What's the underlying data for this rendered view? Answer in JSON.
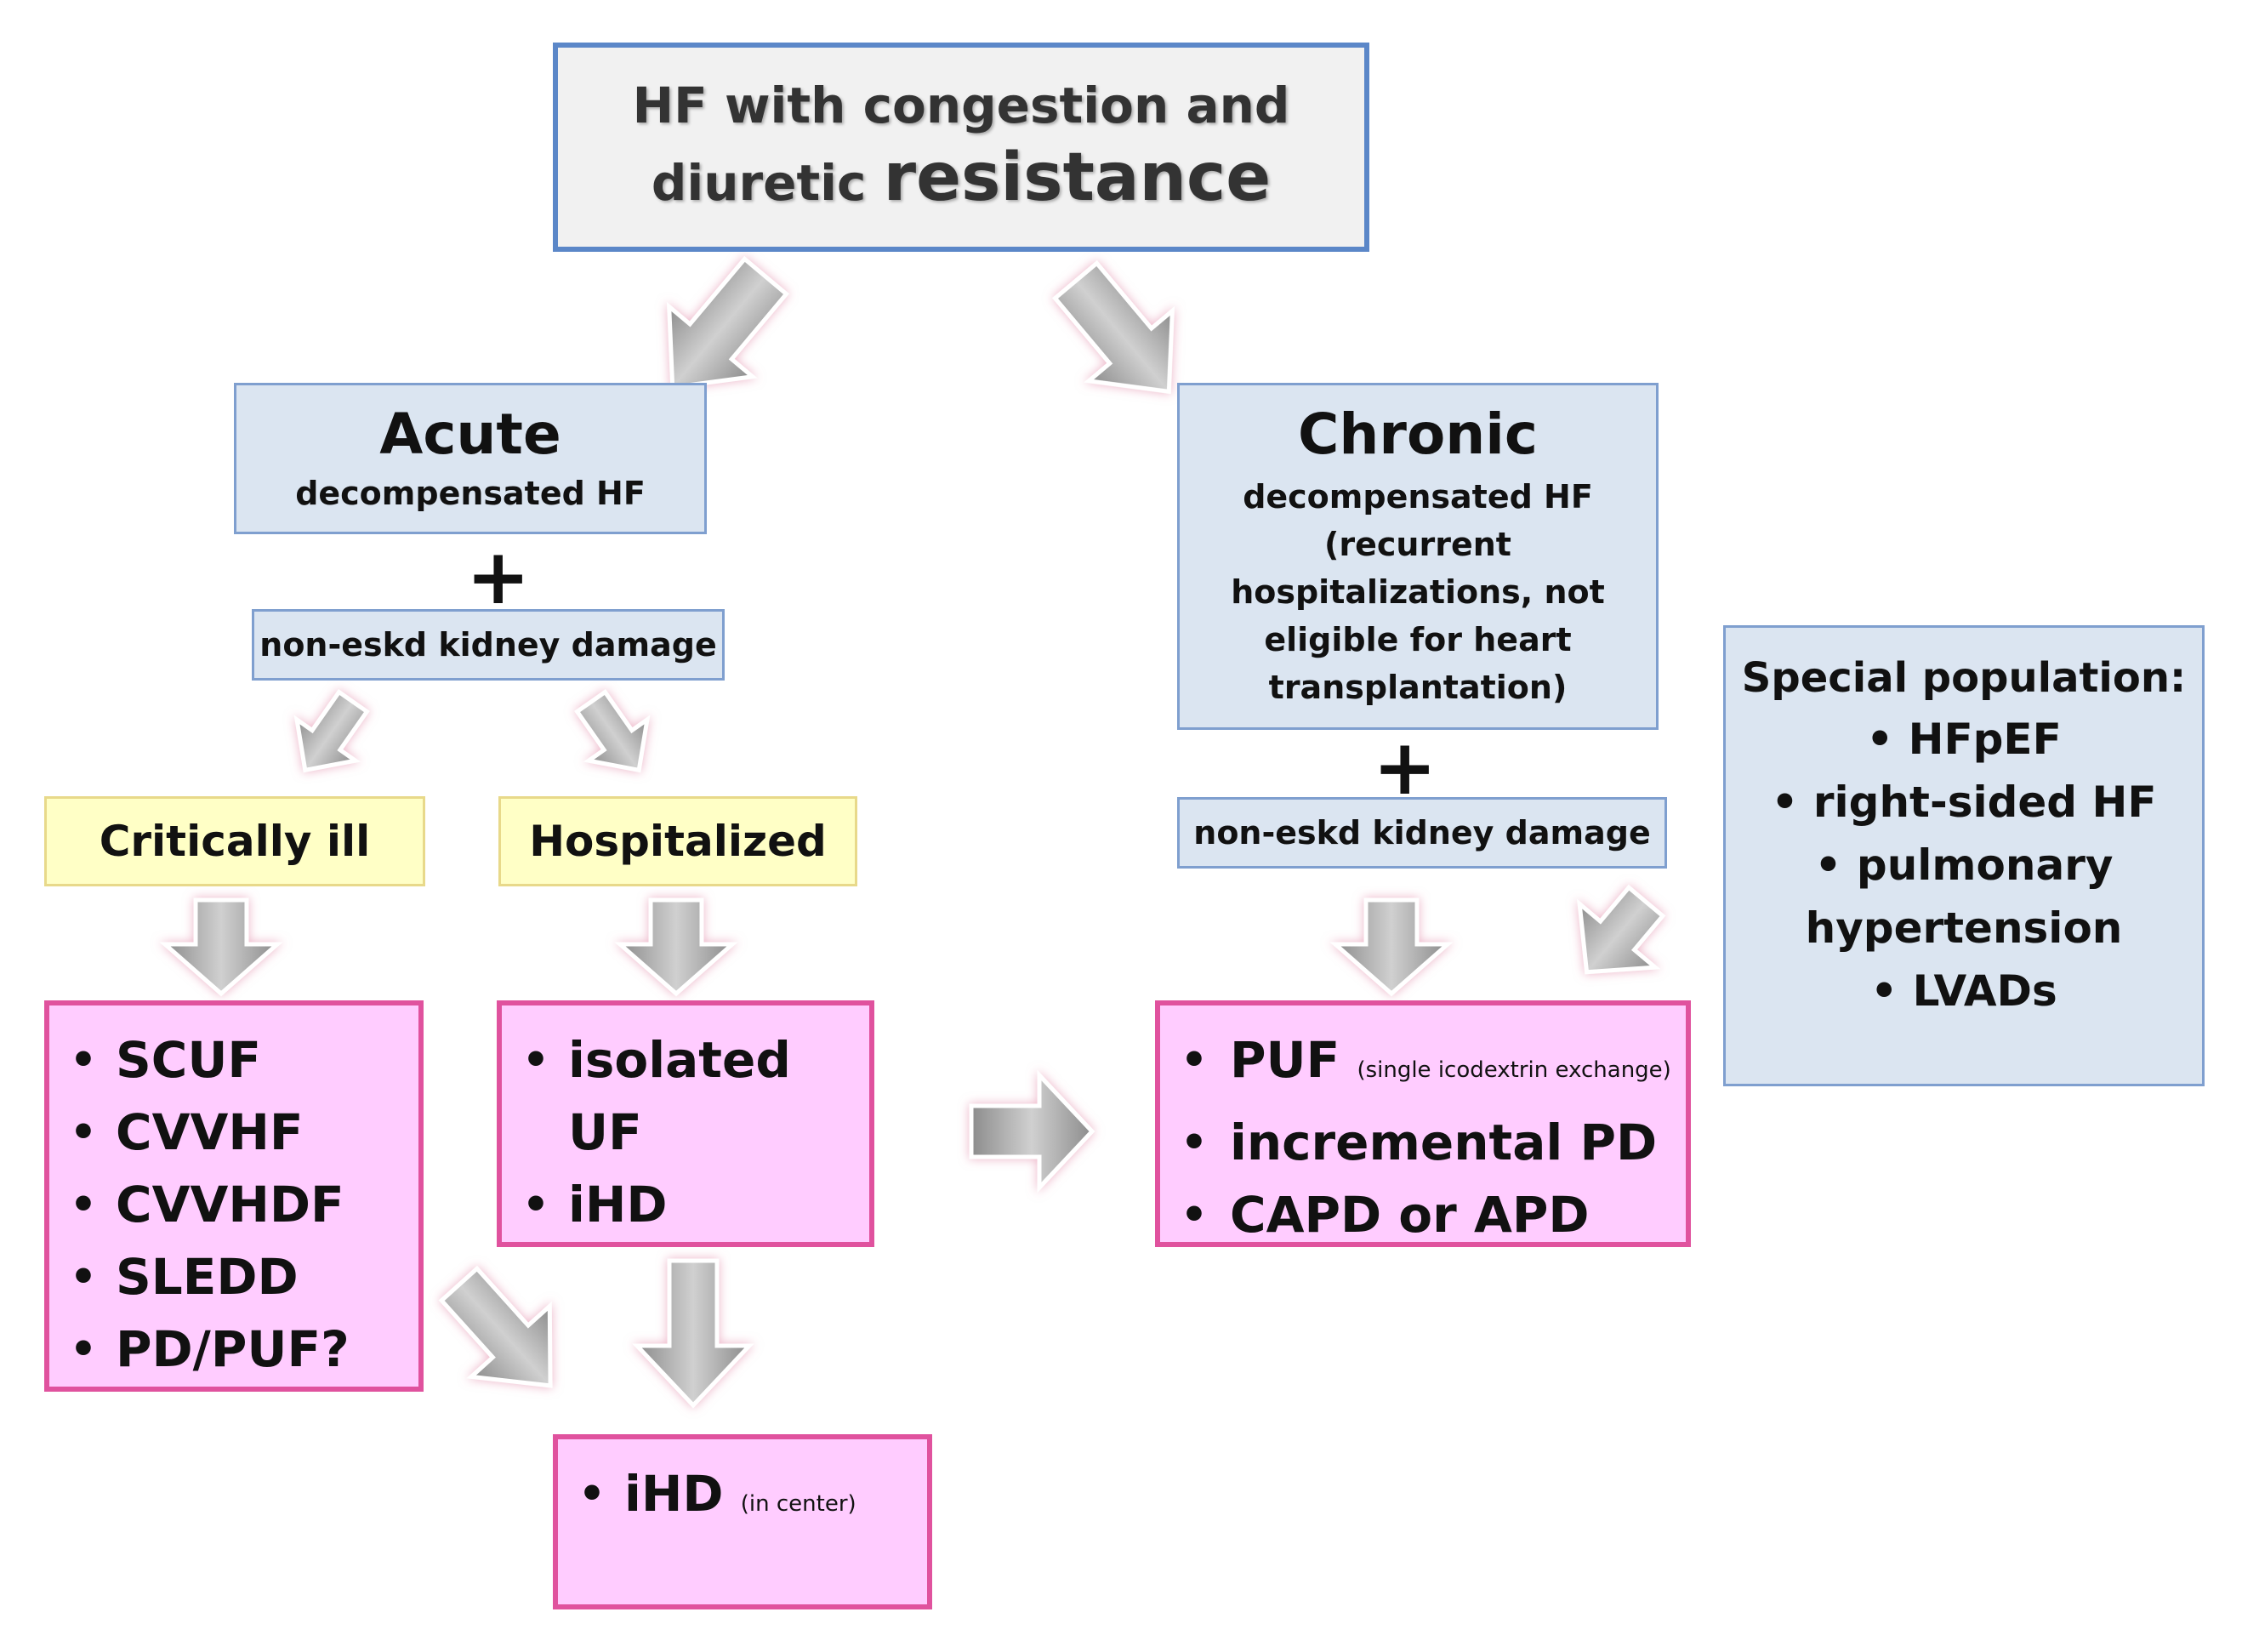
{
  "root": {
    "line1": "HF with congestion and",
    "line2_a": "diuretic",
    "line2_b": "resistance"
  },
  "acute": {
    "title": "Acute",
    "subtitle": "decompensated HF"
  },
  "chronic": {
    "title": "Chronic",
    "subtitle_lines": [
      "decompensated HF",
      "(recurrent",
      "hospitalizations, not",
      "eligible for heart",
      "transplantation)"
    ]
  },
  "plus": "+",
  "kidney_damage": "non-eskd kidney damage",
  "critically_ill": "Critically ill",
  "hospitalized": "Hospitalized",
  "critically_ill_options": [
    "SCUF",
    "CVVHF",
    "CVVHDF",
    "SLEDD",
    "PD/PUF?"
  ],
  "hospitalized_options": [
    "isolated UF",
    "iHD"
  ],
  "chronic_options": [
    {
      "main": "PUF",
      "note": "(single icodextrin exchange)"
    },
    {
      "main": "incremental PD",
      "note": ""
    },
    {
      "main": "CAPD or APD",
      "note": ""
    }
  ],
  "ihd_center": {
    "main": "iHD",
    "note": "(in center)"
  },
  "special": {
    "title": "Special population:",
    "items": [
      "HFpEF",
      "right-sided HF",
      "pulmonary",
      "hypertension",
      "LVADs"
    ]
  },
  "colors": {
    "accent_blue": "#5b87c8",
    "box_blue": "#dbe5f1",
    "yellow": "#ffffc6",
    "pink": "#ffccff",
    "pink_border": "#e0529e",
    "arrow": "#a6a6a6"
  }
}
